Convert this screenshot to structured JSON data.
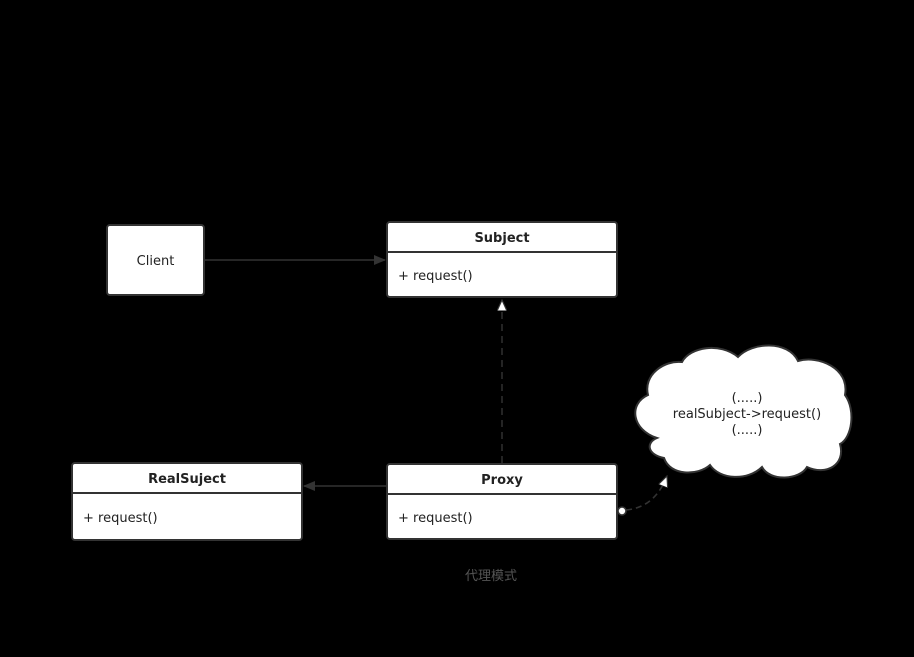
{
  "colors": {
    "background": "#000000",
    "box_fill": "#ffffff",
    "line": "#333333",
    "caption": "#555555"
  },
  "diagram": {
    "client": {
      "label": "Client"
    },
    "subject": {
      "title": "Subject",
      "method": "+ request()"
    },
    "real_subject": {
      "title": "RealSuject",
      "method": "+ request()"
    },
    "proxy": {
      "title": "Proxy",
      "method": "+ request()"
    },
    "note": {
      "lines": [
        "(.....)",
        "realSubject->request()",
        "(.....)"
      ]
    },
    "caption": "代理模式"
  }
}
